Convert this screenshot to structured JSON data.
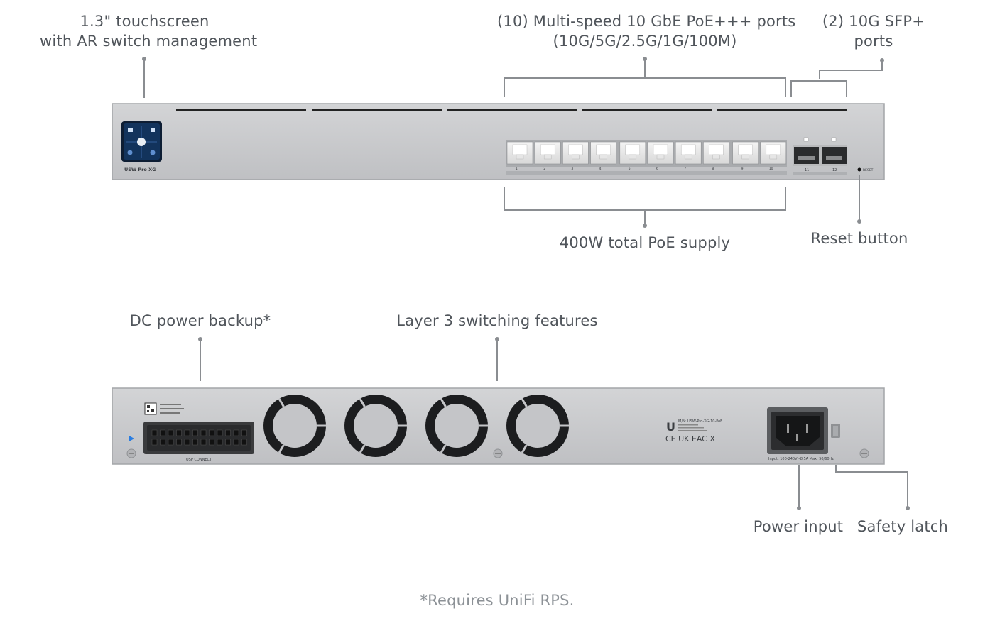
{
  "front": {
    "touchscreen": {
      "line1": "1.3\" touchscreen",
      "line2": "with AR switch management"
    },
    "poe_ports": {
      "line1": "(10) Multi-speed 10 GbE PoE+++ ports",
      "line2": "(10G/5G/2.5G/1G/100M)"
    },
    "sfp_ports": {
      "line1": "(2) 10G SFP+",
      "line2": "ports"
    },
    "poe_supply": "400W total PoE supply",
    "reset_button": "Reset button",
    "model_label": "USW Pro XG",
    "reset_label": "RESET",
    "port_numbers": [
      "1",
      "2",
      "3",
      "4",
      "5",
      "6",
      "7",
      "8",
      "9",
      "10"
    ],
    "sfp_numbers": [
      "11",
      "12"
    ]
  },
  "rear": {
    "dc_power": "DC power backup*",
    "layer3": "Layer 3 switching features",
    "power_input": "Power input",
    "safety_latch": "Safety latch",
    "usp_connect": "USP CONNECT",
    "model_number": "M/N: USW-Pro-XG-10-PoE",
    "input_rating": "Input: 100-240V~8.5A Max. 50/60Hz"
  },
  "footnote": "*Requires UniFi RPS.",
  "colors": {
    "chassis": "#c9cacc",
    "chassis_edge": "#9c9ea1",
    "leader": "#8a8d91",
    "screen": "#0f2a4a",
    "fan": "#1c1d1f"
  }
}
